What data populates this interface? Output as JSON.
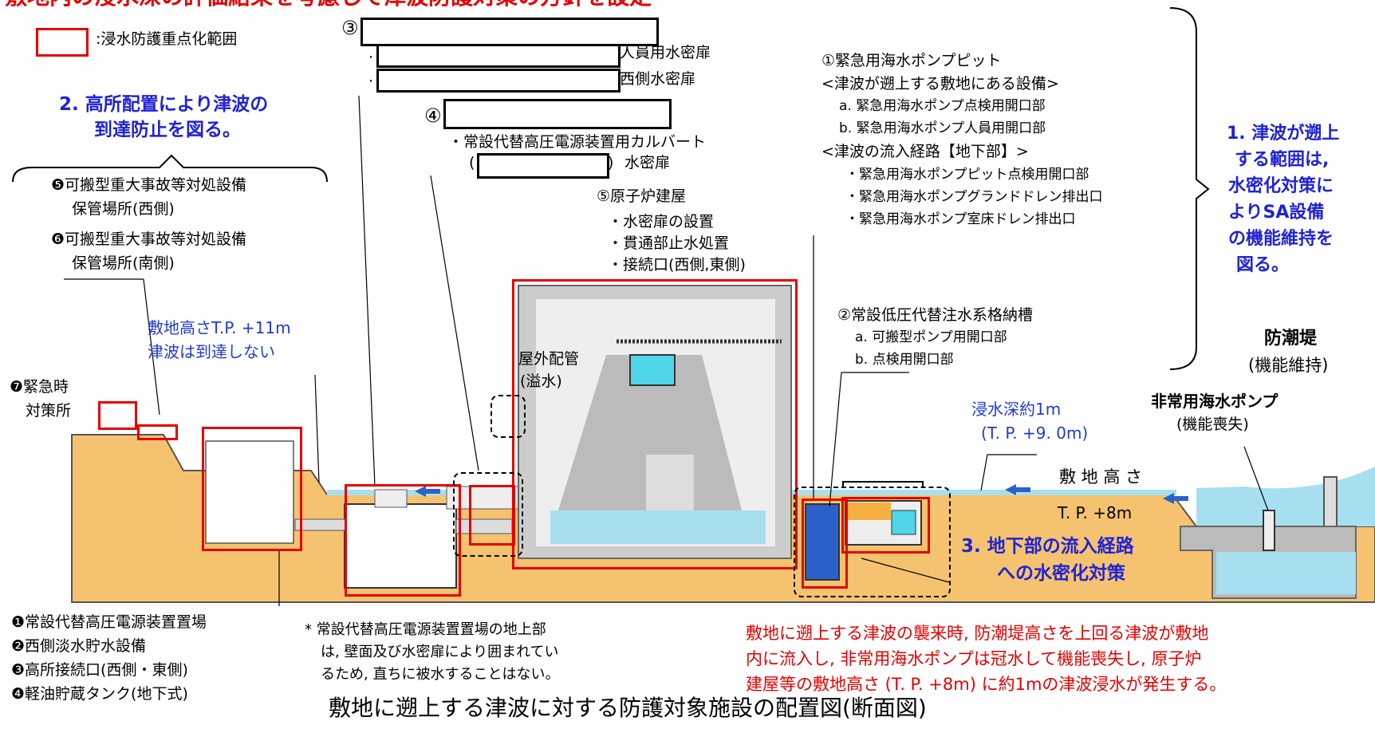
{
  "header_cut": "敷地内の浸水深の評価結果を考慮して津波防護対策の方針を設定",
  "legend": {
    "label": ":浸水防護重点化範囲"
  },
  "marker3": "③",
  "marker4": "④",
  "callout_3": {
    "line1": "人員用水密扉",
    "line2": "西側水密扉"
  },
  "callout_4": {
    "line1": "・常設代替高圧電源装置用カルバート",
    "line2": "水密扉",
    "paren_open": "(",
    "paren_close": ")"
  },
  "policy2": {
    "line1": "2. 高所配置により津波の",
    "line2": "到達防止を図る。"
  },
  "storage": {
    "line1": "❺可搬型重大事故等対処設備",
    "line2": "保管場所(西側)",
    "line3": "❻可搬型重大事故等対処設備",
    "line4": "保管場所(南側)"
  },
  "site_height": {
    "line1": "敷地高さT.P. +11m",
    "line2": "津波は到達しない"
  },
  "emergency": {
    "line1": "❼緊急時",
    "line2": "対策所"
  },
  "reactor": {
    "title": "⑤原子炉建屋",
    "item1": "・水密扉の設置",
    "item2": "・貫通部止水処置",
    "item3": "・接続口(西側,東側)"
  },
  "outdoor_pipe": {
    "line1": "屋外配管",
    "line2": "(溢水)"
  },
  "pump_pit": {
    "title": "①緊急用海水ポンプピット",
    "sub1": "<津波が遡上する敷地にある設備>",
    "a": "a. 緊急用海水ポンプ点検用開口部",
    "b": "b. 緊急用海水ポンプ人員用開口部",
    "sub2": "<津波の流入経路【地下部】>",
    "i1": "・緊急用海水ポンプピット点検用開口部",
    "i2": "・緊急用海水ポンプグランドドレン排出口",
    "i3": "・緊急用海水ポンプ室床ドレン排出口"
  },
  "policy1": {
    "l1": "1. 津波が遡上",
    "l2": "する範囲は,",
    "l3": "水密化対策に",
    "l4": "よりSA設備",
    "l5": "の機能維持を",
    "l6": "図る。"
  },
  "tank": {
    "title": "②常設低圧代替注水系格納槽",
    "a": "a. 可搬型ポンプ用開口部",
    "b": "b. 点検用開口部"
  },
  "seawall": {
    "title": "防潮堤",
    "sub": "(機能維持)"
  },
  "seawater_pump": {
    "title": "非常用海水ポンプ",
    "sub": "(機能喪失)"
  },
  "inundation": {
    "line1": "浸水深約1m",
    "line2": "(T. P. +9. 0m)"
  },
  "ground": {
    "label": "敷 地 高 さ",
    "level": "T. P. +8m"
  },
  "policy3": {
    "line1": "3. 地下部の流入経路",
    "line2": "への水密化対策"
  },
  "facility_list": {
    "i1": "❶常設代替高圧電源装置置場",
    "i2": "❷西側淡水貯水設備",
    "i3": "❸高所接続口(西側・東側)",
    "i4": "❹軽油貯蔵タンク(地下式)"
  },
  "note": {
    "l1": "* 常設代替高圧電源装置置場の地上部",
    "l2": "は, 壁面及び水密扉により囲まれてい",
    "l3": "るため, 直ちに被水することはない。"
  },
  "red_note": {
    "l1": "敷地に遡上する津波の襲来時, 防潮堤高さを上回る津波が敷地",
    "l2": "内に流入し, 非常用海水ポンプは冠水して機能喪失し, 原子炉",
    "l3": "建屋等の敷地高さ (T. P. +8m) に約1mの津波浸水が発生する。"
  },
  "caption": "敷地に遡上する津波に対する防護対象施設の配置図(断面図)",
  "colors": {
    "ground": "#f5c36f",
    "water": "#a8dff0",
    "red": "#e60000",
    "blue": "#1f23d6"
  }
}
